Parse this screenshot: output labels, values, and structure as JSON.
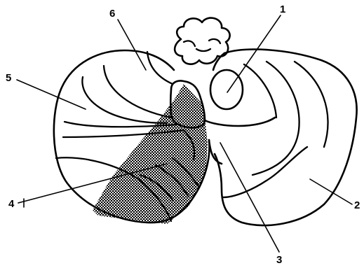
{
  "labels": [
    {
      "id": "1",
      "text": "1"
    },
    {
      "id": "2",
      "text": "2"
    },
    {
      "id": "3",
      "text": "3"
    },
    {
      "id": "4",
      "text": "4"
    },
    {
      "id": "5",
      "text": "5"
    },
    {
      "id": "6",
      "text": "6"
    }
  ],
  "colors": {
    "line": "#000000",
    "background": "#ffffff",
    "hatch": "#000000"
  }
}
